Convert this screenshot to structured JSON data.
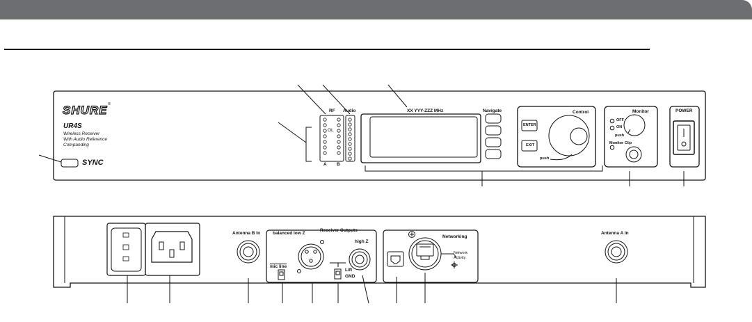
{
  "front": {
    "brand": "SHURE",
    "model": "UR4S",
    "description": [
      "Wireless Receiver",
      "With Audio Reference",
      "Companding"
    ],
    "sync_label": "SYNC",
    "rf_label": "RF",
    "audio_label": "Audio",
    "ol_label": "OL",
    "channel_a": "A",
    "channel_b": "B",
    "display_text": "XX YYY-ZZZ MHz",
    "navigate_label": "Navigate",
    "control_label": "Control",
    "enter_label": "ENTER",
    "exit_label": "EXIT",
    "push_label": "push",
    "monitor_label": "Monitor",
    "off_label": "OFF",
    "on_label": "ON",
    "monitor_push_label": "push",
    "monitor_clip_label": "Monitor Clip",
    "power_label": "POWER"
  },
  "rear": {
    "antenna_b": "Antenna B In",
    "balanced": "balanced low Z",
    "receiver_outputs": "Receiver  Outputs",
    "high_z": "high Z",
    "mic_line": "mic  line",
    "lift": "Lift",
    "gnd": "GND",
    "networking": "Networking",
    "network_activity": [
      "Network",
      "Activity"
    ],
    "antenna_a": "Antenna A In"
  },
  "colors": {
    "header": "#6d6e71",
    "line": "#111111",
    "panel": "#ffffff"
  }
}
